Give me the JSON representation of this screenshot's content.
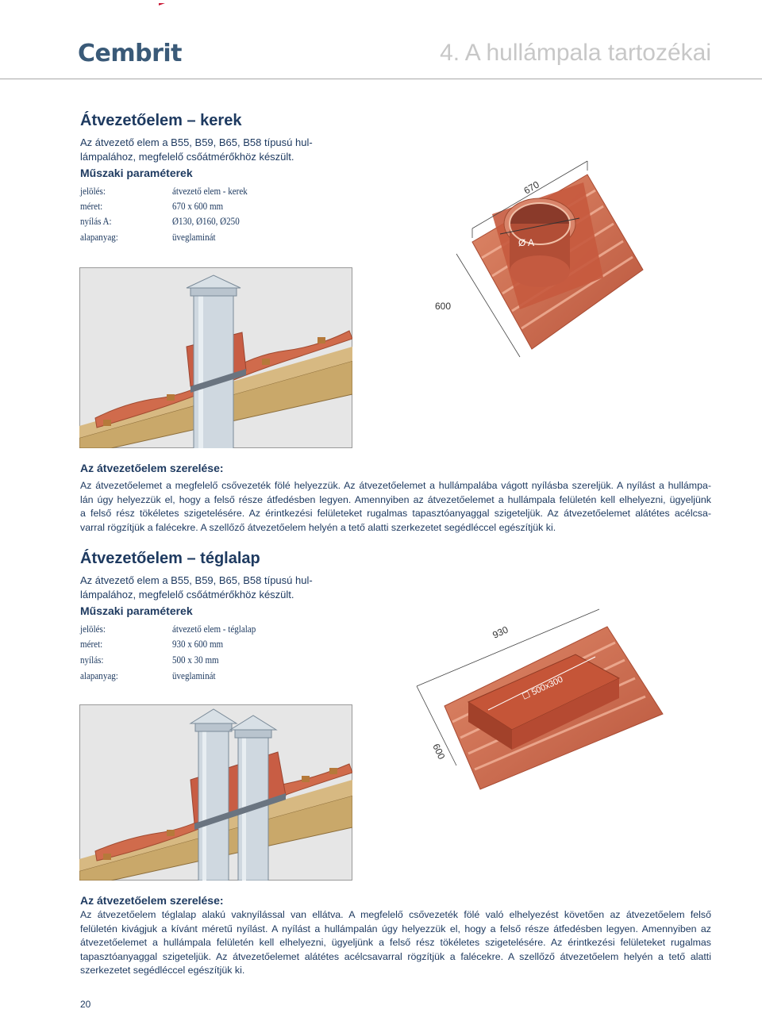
{
  "header": {
    "logo_text": "Cembrit",
    "chapter_title": "4. A hullámpala tartozékai"
  },
  "section1": {
    "title": "Átvezetőelem – kerek",
    "intro_line1": "Az átvezető elem a B55, B59, B65, B58 típusú hul-",
    "intro_line2": "lámpalához, megfelelő csőátmérőkhöz készült.",
    "params_heading": "Műszaki paraméterek",
    "params": [
      {
        "key": "jelölés:",
        "value": "átvezető elem - kerek"
      },
      {
        "key": "méret:",
        "value": "670 x 600 mm"
      },
      {
        "key": "nyílás A:",
        "value": "Ø130, Ø160, Ø250"
      },
      {
        "key": "alapanyag:",
        "value": "üveglaminát"
      }
    ],
    "figure_dims": {
      "width": "670",
      "height": "600",
      "opening": "Ø A"
    },
    "install_heading": "Az átvezetőelem szerelése:",
    "install_lines": [
      "Az átvezetőelemet a megfelelő csővezeték fölé helyezzük. Az átvezetőelemet a hullámpalába vágott nyílásba szereljük. A nyílást a hullámpa-",
      "lán úgy helyezzük el, hogy a felső része átfedésben legyen. Amennyiben az átvezetőelemet a hullámpala felületén kell elhelyezni, ügyeljünk",
      "a felső rész tökéletes szigetelésére. Az érintkezési felületeket rugalmas tapasztóanyaggal szigeteljük. Az átvezetőelemet alátétes acélcsa-",
      "varral rögzítjük a falécekre. A szellőző átvezetőelem helyén a tető alatti szerkezetet segédléccel egészítjük ki."
    ]
  },
  "section2": {
    "title": "Átvezetőelem – téglalap",
    "intro_line1": "Az átvezető elem a B55, B59, B65, B58 típusú hul-",
    "intro_line2": "lámpalához, megfelelő csőátmérőkhöz készült.",
    "params_heading": "Műszaki paraméterek",
    "params": [
      {
        "key": "jelölés:",
        "value": "átvezető elem - téglalap"
      },
      {
        "key": "méret:",
        "value": "930 x 600 mm"
      },
      {
        "key": "nyílás:",
        "value": "500 x 30 mm"
      },
      {
        "key": "alapanyag:",
        "value": "üveglaminát"
      }
    ],
    "figure_dims": {
      "width": "930",
      "height": "600",
      "opening": "☐ 500x300"
    },
    "install_heading": "Az átvezetőelem szerelése:",
    "install_lines": [
      "Az átvezetőelem téglalap alakú vaknyílással van ellátva. A megfelelő csővezeték fölé való elhelyezést követően az átvezetőelem felső",
      "felületén kivágjuk a kívánt méretű nyílást. A nyílást a hullámpalán úgy helyezzük el, hogy a felső része átfedésben legyen. Amennyiben az",
      "átvezetőelemet a hullámpala felületén kell elhelyezni, ügyeljünk a felső rész tökéletes szigetelésére. Az érintkezési felületeket rugalmas",
      "tapasztóanyaggal szigeteljük. Az átvezetőelemet alátétes acélcsavarral rögzítjük a falécekre. A szellőző átvezetőelem helyén a tető alatti",
      "szerkezetet segédléccel egészítjük ki."
    ]
  },
  "footer": {
    "page_number": "20"
  },
  "colors": {
    "heading": "#1e3a60",
    "chapter_title": "#c7c7c7",
    "logo_red": "#c8102e",
    "sheet_red": "#c8624a",
    "pipe_blue": "#c9d3dc",
    "wood": "#c8a868"
  }
}
